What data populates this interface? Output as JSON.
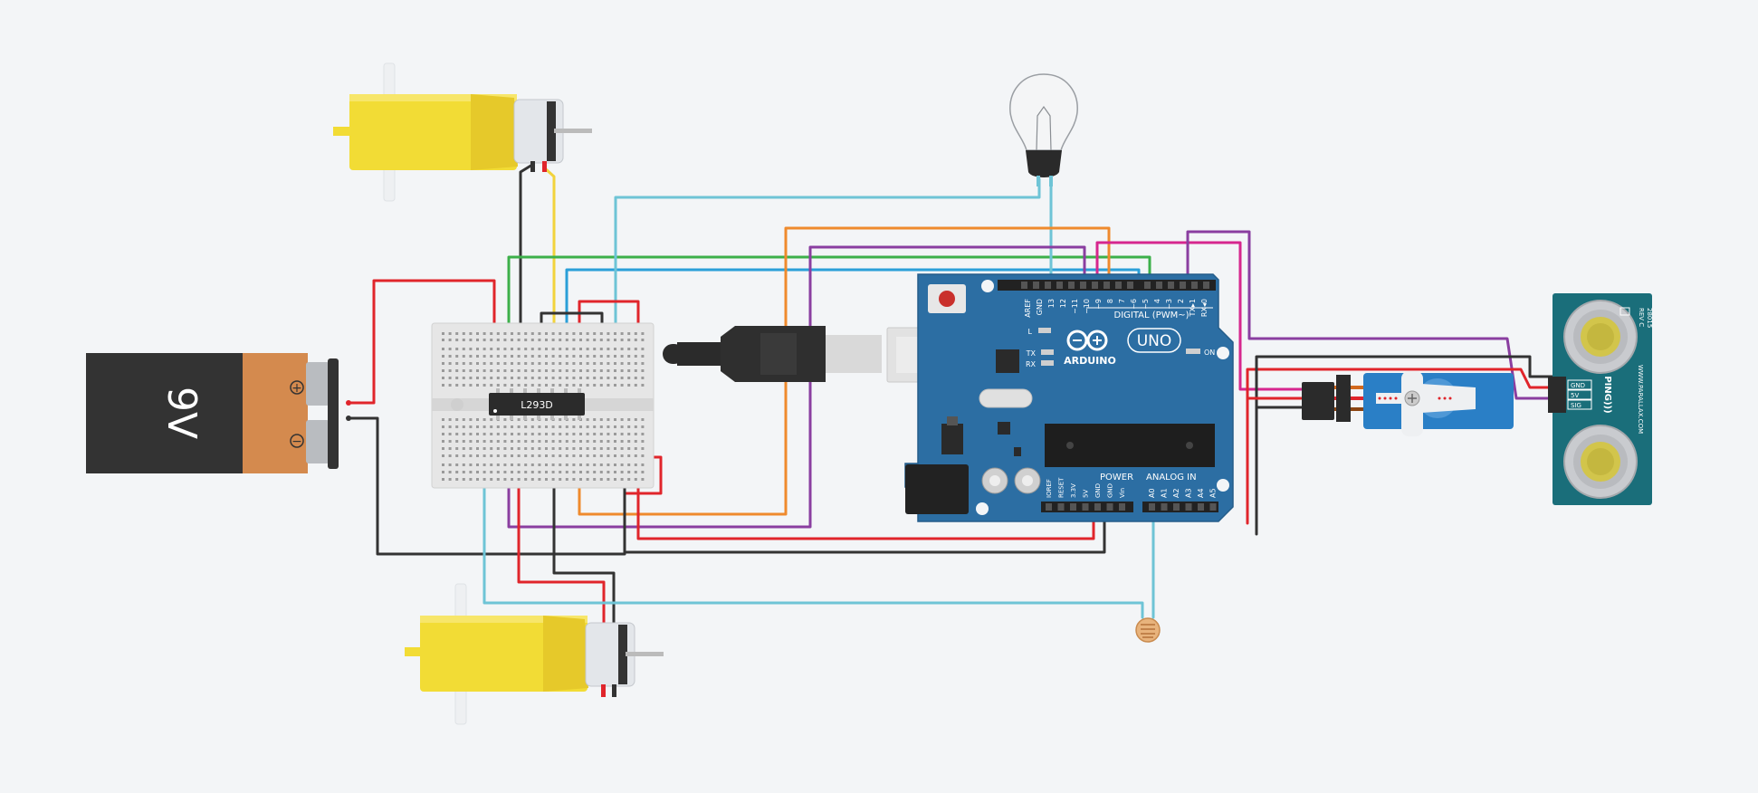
{
  "battery": {
    "label": "9V",
    "plus": "+",
    "minus": "−"
  },
  "ic": {
    "label": "L293D"
  },
  "arduino": {
    "brand": "ARDUINO",
    "model": "UNO",
    "digital_label": "DIGITAL (PWM~)",
    "power_label": "POWER",
    "analog_label": "ANALOG IN",
    "on_label": "ON",
    "l_label": "L",
    "tx_label": "TX",
    "rx_label": "RX",
    "digital_pins": [
      "AREF",
      "GND",
      "13",
      "12",
      "~11",
      "~10",
      "~9",
      "8",
      "7",
      "~6",
      "~5",
      "4",
      "~3",
      "2",
      "TX▸1",
      "RX◂0"
    ],
    "power_pins": [
      "IOREF",
      "RESET",
      "3.3V",
      "5V",
      "GND",
      "GND",
      "Vin"
    ],
    "analog_pins": [
      "A0",
      "A1",
      "A2",
      "A3",
      "A4",
      "A5"
    ]
  },
  "ping": {
    "title": "PING)))",
    "website": "WWW.PARALLAX.COM",
    "part": "28015",
    "rev": "REV C",
    "pins": [
      "GND",
      "5V",
      "SIG"
    ]
  },
  "colors": {
    "background": "#f3f5f7",
    "board": "#2c6ea3",
    "motor": "#f2dc35",
    "battery_body": "#333333",
    "battery_cap": "#d48a4e",
    "wire_red": "#e0252b",
    "wire_black": "#333333",
    "wire_yellow": "#f2d33c",
    "wire_green": "#3cb04a",
    "wire_blue": "#2a9fd8",
    "wire_cyan": "#6ec4d6",
    "wire_orange": "#ef8a2d",
    "wire_purple": "#8a3ea0",
    "wire_magenta": "#d6278e",
    "ping_board": "#1a6e7a"
  }
}
